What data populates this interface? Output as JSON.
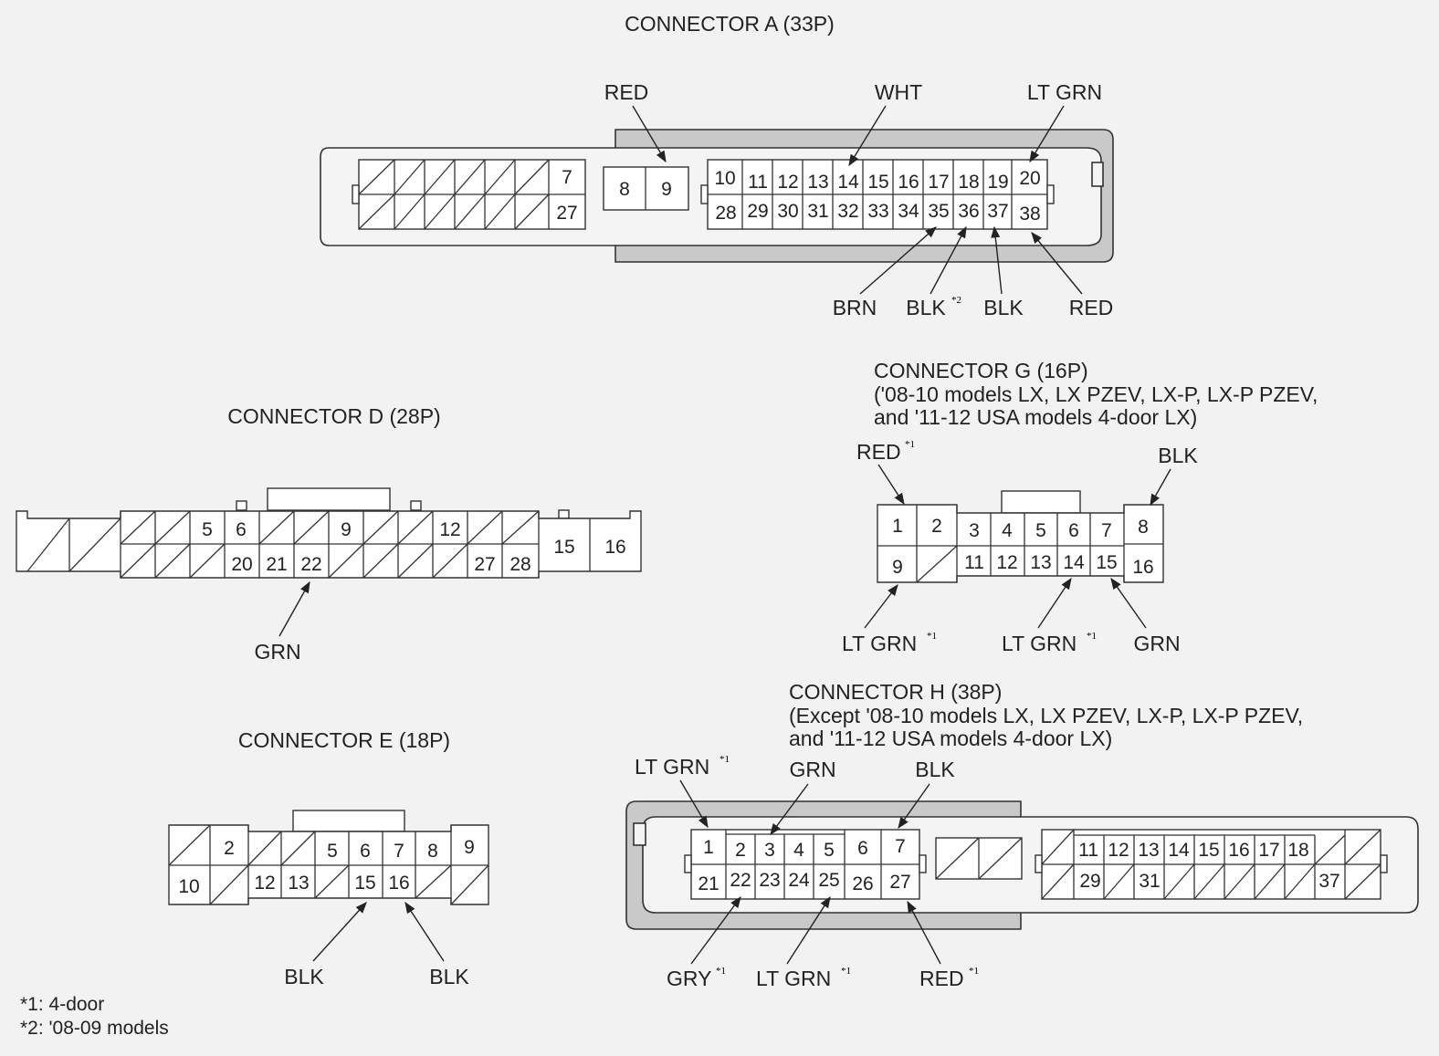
{
  "connectors": {
    "a": {
      "title": "CONNECTOR A (33P)",
      "pins_top": [
        "7",
        "8",
        "9",
        "10",
        "11",
        "12",
        "13",
        "14",
        "15",
        "16",
        "17",
        "18",
        "19",
        "20"
      ],
      "pins_bottom": [
        "27",
        "28",
        "29",
        "30",
        "31",
        "32",
        "33",
        "34",
        "35",
        "36",
        "37",
        "38"
      ],
      "wires": [
        "RED",
        "WHT",
        "LT GRN",
        "BRN",
        "BLK",
        "BLK",
        "RED"
      ],
      "wire_marks": [
        "*2"
      ]
    },
    "d": {
      "title": "CONNECTOR D (28P)",
      "pins_top": [
        "5",
        "6",
        "9",
        "12",
        "15",
        "16"
      ],
      "pins_bottom": [
        "20",
        "21",
        "22",
        "27",
        "28"
      ],
      "wires": [
        "GRN"
      ]
    },
    "e": {
      "title": "CONNECTOR E (18P)",
      "pins_top": [
        "2",
        "5",
        "6",
        "7",
        "8",
        "9"
      ],
      "pins_bottom": [
        "10",
        "12",
        "13",
        "15",
        "16"
      ],
      "wires": [
        "BLK",
        "BLK"
      ]
    },
    "g": {
      "title": "CONNECTOR G (16P)",
      "subtitle": [
        "('08-10 models LX, LX PZEV, LX-P, LX-P PZEV,",
        "and '11-12 USA models 4-door LX)"
      ],
      "pins_top": [
        "1",
        "2",
        "3",
        "4",
        "5",
        "6",
        "7",
        "8"
      ],
      "pins_bottom": [
        "9",
        "11",
        "12",
        "13",
        "14",
        "15",
        "16"
      ],
      "wires": [
        "RED",
        "BLK",
        "LT GRN",
        "LT GRN",
        "GRN"
      ],
      "wire_marks": [
        "*1",
        "*1",
        "*1"
      ]
    },
    "h": {
      "title": "CONNECTOR H (38P)",
      "subtitle": [
        "(Except '08-10 models LX, LX PZEV, LX-P, LX-P PZEV,",
        "and '11-12 USA models 4-door LX)"
      ],
      "pins_top": [
        "1",
        "2",
        "3",
        "4",
        "5",
        "6",
        "7",
        "11",
        "12",
        "13",
        "14",
        "15",
        "16",
        "17",
        "18"
      ],
      "pins_bottom": [
        "21",
        "22",
        "23",
        "24",
        "25",
        "26",
        "27",
        "29",
        "31",
        "37"
      ],
      "wires": [
        "LT GRN",
        "GRN",
        "BLK",
        "GRY",
        "LT GRN",
        "RED"
      ],
      "wire_marks": [
        "*1",
        "*1",
        "*1",
        "*1"
      ]
    }
  },
  "footnotes": [
    "*1: 4-door",
    "*2: '08-09 models"
  ]
}
